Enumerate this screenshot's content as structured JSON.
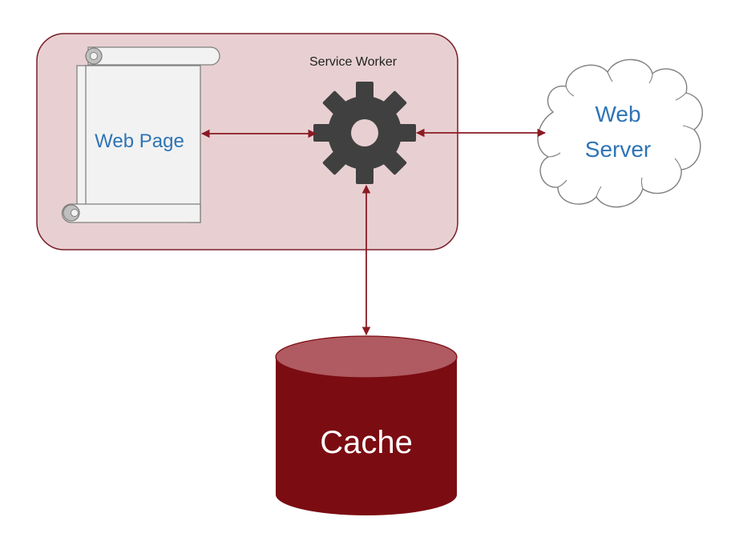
{
  "diagram": {
    "service_worker_label": "Service Worker",
    "web_page_label": "Web Page",
    "web_server_label_line1": "Web",
    "web_server_label_line2": "Server",
    "cache_label": "Cache"
  },
  "colors": {
    "container_fill": "#e8d0d2",
    "container_stroke": "#7a1e28",
    "arrow": "#8b1a24",
    "gear": "#404040",
    "blue_text": "#2e74b5",
    "cache_body": "#7b0c12",
    "cache_top": "#b05a61",
    "page_fill": "#f2f2f2",
    "page_stroke": "#808080"
  },
  "icons": {
    "gear": "gear-icon",
    "scroll": "scroll-icon",
    "cloud": "cloud-icon",
    "cylinder": "cylinder-icon"
  }
}
